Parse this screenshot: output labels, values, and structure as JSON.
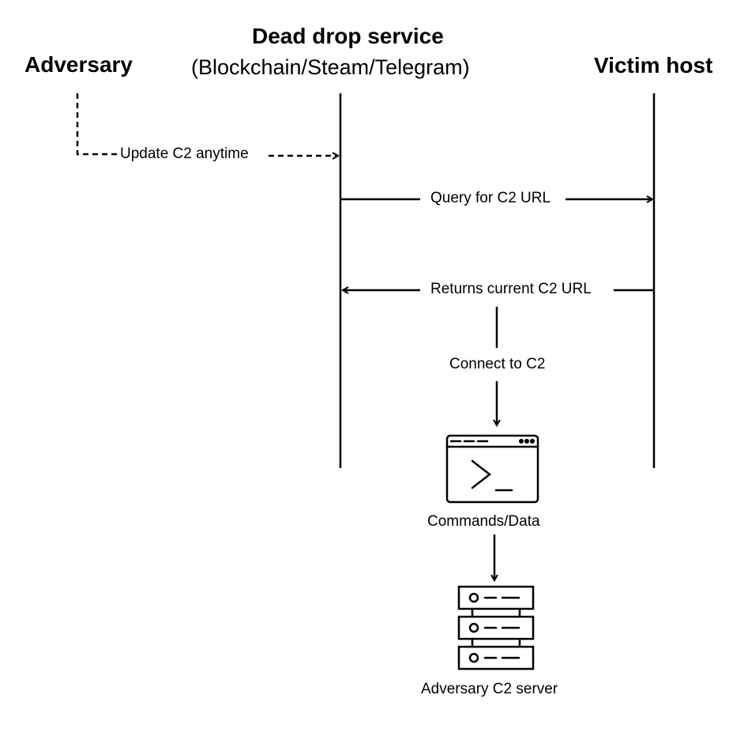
{
  "actors": {
    "adversary": "Adversary",
    "dead_drop_title": "Dead drop service",
    "dead_drop_subtitle": "(Blockchain/Steam/Telegram)",
    "victim": "Victim host"
  },
  "messages": {
    "update_c2": "Update C2 anytime",
    "query_c2": "Query for C2 URL",
    "returns_c2": "Returns current C2 URL",
    "connect_c2": "Connect to C2",
    "commands_data": "Commands/Data",
    "c2_server": "Adversary C2 server"
  },
  "icons": {
    "terminal": "terminal-window-icon",
    "server": "server-rack-icon"
  }
}
